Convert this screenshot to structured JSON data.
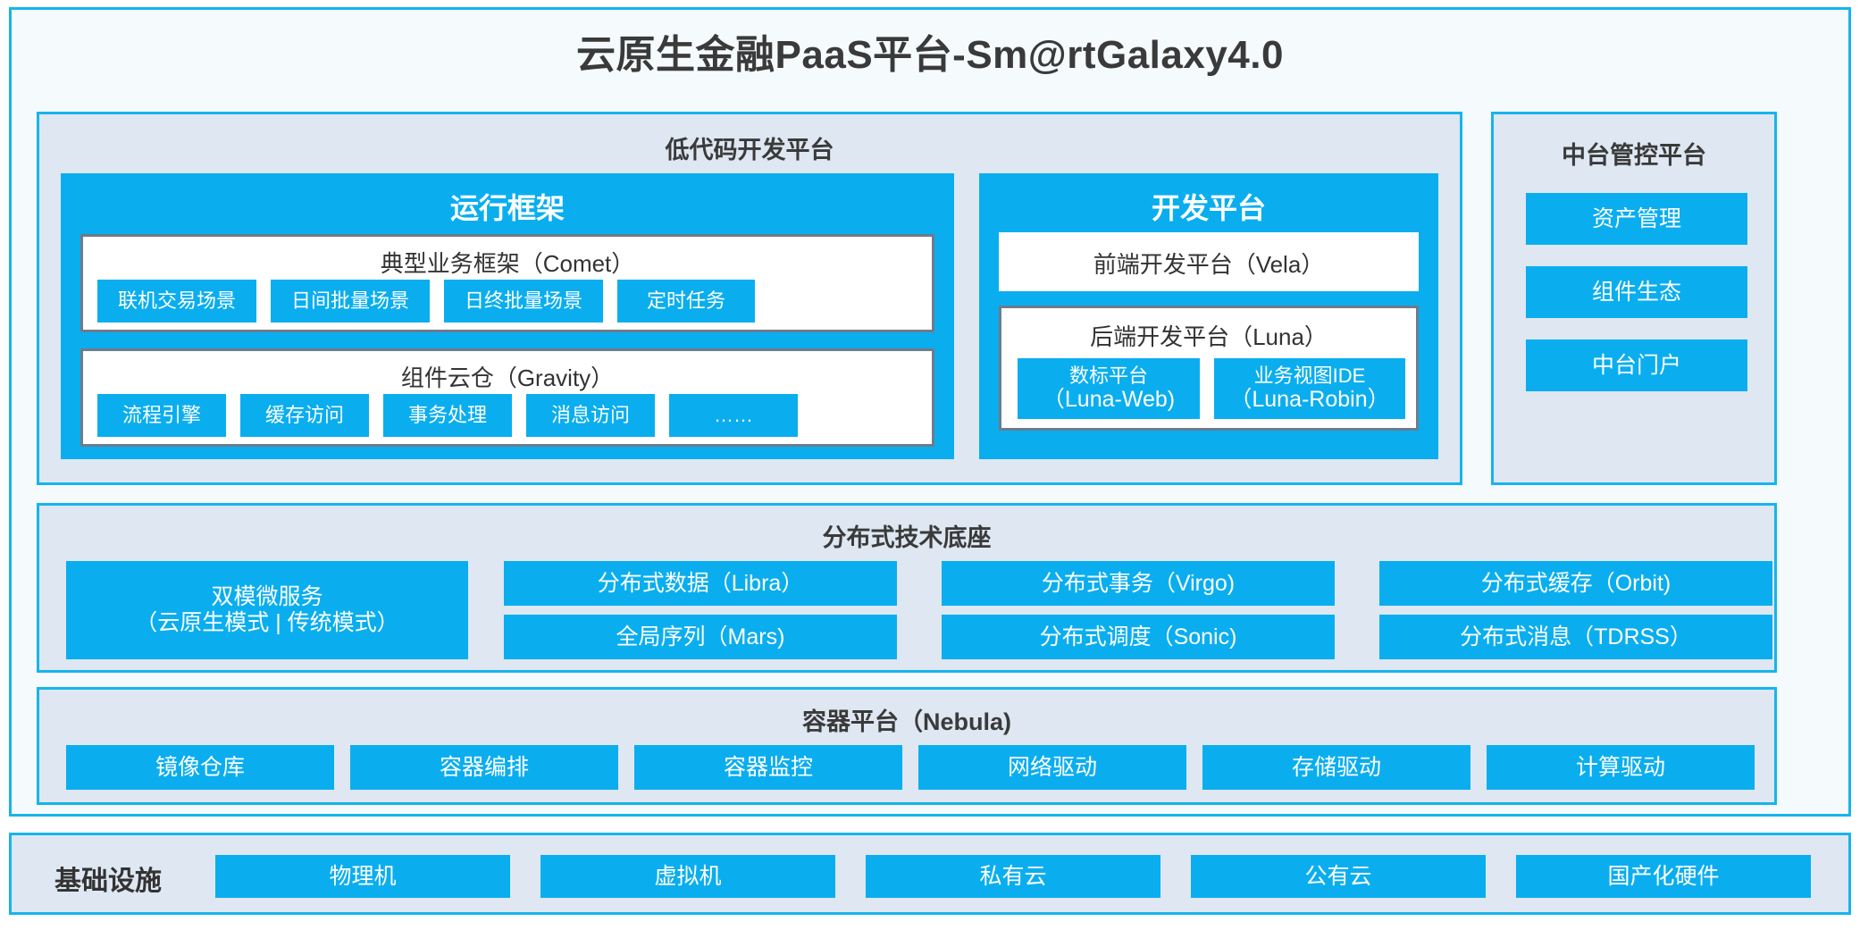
{
  "title": "云原生金融PaaS平台-Sm@rtGalaxy4.0",
  "colors": {
    "accent": "#0AAEEF",
    "border_blue": "#17B4EC",
    "panel_bg": "#DEE7F2",
    "card_bg": "#F5FBFD",
    "gray_border": "#6E7B8C",
    "text_dark": "#333333"
  },
  "lowcode": {
    "title": "低代码开发平台",
    "runtime": {
      "title": "运行框架",
      "comet": {
        "title": "典型业务框架（Comet）",
        "chips": [
          "联机交易场景",
          "日间批量场景",
          "日终批量场景",
          "定时任务"
        ]
      },
      "gravity": {
        "title": "组件云仓（Gravity）",
        "chips": [
          "流程引擎",
          "缓存访问",
          "事务处理",
          "消息访问",
          "……"
        ]
      }
    },
    "devplat": {
      "title": "开发平台",
      "vela": "前端开发平台（Vela）",
      "luna": {
        "title": "后端开发平台（Luna）",
        "chips": [
          {
            "name": "数标平台",
            "code": "（Luna-Web)"
          },
          {
            "name": "业务视图IDE",
            "code": "（Luna-Robin）"
          }
        ]
      }
    }
  },
  "console": {
    "title": "中台管控平台",
    "items": [
      "资产管理",
      "组件生态",
      "中台门户"
    ]
  },
  "techbase": {
    "title": "分布式技术底座",
    "microservice": {
      "line1": "双模微服务",
      "line2": "（云原生模式 | 传统模式）"
    },
    "grid": [
      [
        "分布式数据（Libra）",
        "分布式事务（Virgo)",
        "分布式缓存（Orbit)"
      ],
      [
        "全局序列（Mars)",
        "分布式调度（Sonic)",
        "分布式消息（TDRSS）"
      ]
    ]
  },
  "container": {
    "title": "容器平台（Nebula)",
    "items": [
      "镜像仓库",
      "容器编排",
      "容器监控",
      "网络驱动",
      "存储驱动",
      "计算驱动"
    ]
  },
  "infra": {
    "label": "基础设施",
    "items": [
      "物理机",
      "虚拟机",
      "私有云",
      "公有云",
      "国产化硬件"
    ]
  }
}
